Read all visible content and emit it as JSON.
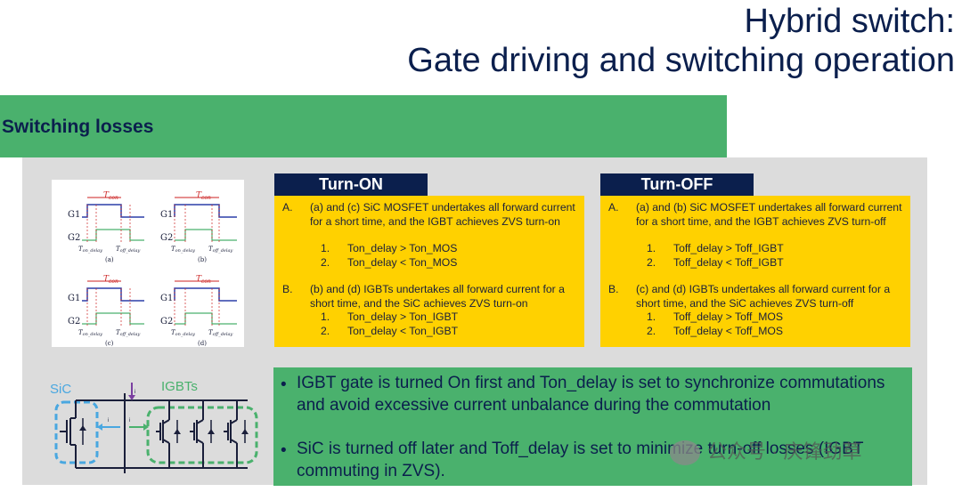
{
  "title": {
    "line1": "Hybrid switch:",
    "line2": "Gate driving and switching operation"
  },
  "section": "Switching losses",
  "timing_diagrams": {
    "panels": [
      {
        "caption": "(a)",
        "ton": "T",
        "ton_sub": "con",
        "g1": "G1",
        "g2": "G2",
        "left_label": "T",
        "left_sub": "on_delay",
        "right_label": "T",
        "right_sub": "off_delay"
      },
      {
        "caption": "(b)",
        "ton": "T",
        "ton_sub": "con",
        "g1": "G1",
        "g2": "G2",
        "left_label": "T",
        "left_sub": "on_delay",
        "right_label": "T",
        "right_sub": "off_delay"
      },
      {
        "caption": "(c)",
        "ton": "T",
        "ton_sub": "con",
        "g1": "G1",
        "g2": "G2",
        "left_label": "T",
        "left_sub": "on_delay",
        "right_label": "T",
        "right_sub": "off_delay"
      },
      {
        "caption": "(d)",
        "ton": "T",
        "ton_sub": "con",
        "g1": "G1",
        "g2": "G2",
        "left_label": "T",
        "left_sub": "on_delay",
        "right_label": "T",
        "right_sub": "off_delay"
      }
    ]
  },
  "turn_on": {
    "header": "Turn-ON",
    "items": [
      {
        "label": "A.",
        "text": "(a) and (c) SiC MOSFET undertakes all forward current for a short time, and the IGBT achieves ZVS turn-on",
        "sub": [
          {
            "n": "1.",
            "t": "Ton_delay > Ton_MOS"
          },
          {
            "n": "2.",
            "t": "Ton_delay < Ton_MOS"
          }
        ]
      },
      {
        "label": "B.",
        "text": "(b) and (d) IGBTs undertakes all forward current for a short time, and the SiC achieves ZVS turn-on",
        "sub": [
          {
            "n": "1.",
            "t": "Ton_delay > Ton_IGBT"
          },
          {
            "n": "2.",
            "t": "Ton_delay < Ton_IGBT"
          }
        ]
      }
    ]
  },
  "turn_off": {
    "header": "Turn-OFF",
    "items": [
      {
        "label": "A.",
        "text": "(a) and (b) SiC MOSFET undertakes all forward current for a short time, and the IGBT achieves ZVS turn-off",
        "sub": [
          {
            "n": "1.",
            "t": "Toff_delay > Toff_IGBT"
          },
          {
            "n": "2.",
            "t": "Toff_delay < Toff_IGBT"
          }
        ]
      },
      {
        "label": "B.",
        "text": "(c) and (d) IGBTs undertakes all forward current for a short time, and the SiC achieves ZVS turn-off",
        "sub": [
          {
            "n": "1.",
            "t": "Toff_delay > Toff_MOS"
          },
          {
            "n": "2.",
            "t": "Toff_delay < Toff_MOS"
          }
        ]
      }
    ]
  },
  "circuit": {
    "sic_label": "SiC",
    "igbts_label": "IGBTs",
    "i_sic": "i",
    "i_igbt": "i",
    "i_load": "i",
    "sic_color": "#49a7e0",
    "igbt_color": "#4ab16d"
  },
  "bullets": [
    {
      "marker": "•",
      "text": "IGBT gate is turned On first and Ton_delay is set to synchronize commutations and avoid excessive current unbalance during the commutation"
    },
    {
      "marker": "•",
      "text": "SiC is turned off later and Toff_delay  is set to minimize turn-off losses (IGBT commuting in ZVS)."
    }
  ],
  "watermark": "公众号 · 庆锋劲草",
  "colors": {
    "navy": "#0b1f4d",
    "green": "#4ab16d",
    "yellow": "#ffd100",
    "gray": "#dcdcdc"
  }
}
